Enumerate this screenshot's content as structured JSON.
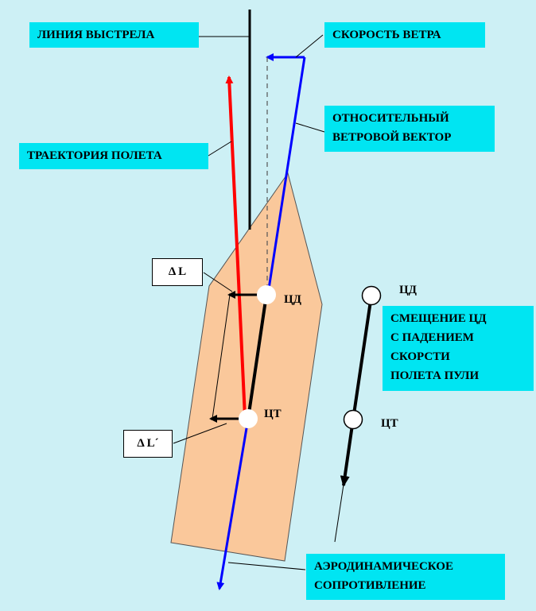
{
  "labels": {
    "line_of_fire": "ЛИНИЯ ВЫСТРЕЛА",
    "wind_speed": "СКОРОСТЬ ВЕТРА",
    "relative_wind_vector": "ОТНОСИТЕЛЬНЫЙ\nВЕТРОВОЙ ВЕКТОР",
    "flight_trajectory": "ТРАЕКТОРИЯ ПОЛЕТА",
    "cp_shift": "СМЕЩЕНИЕ ЦД\nС ПАДЕНИЕМ\nСКОРСТИ\nПОЛЕТА ПУЛИ",
    "aero_drag": "АЭРОДИНАМИЧЕСКОЕ\nСОПРОТИВЛЕНИЕ",
    "delta_l": "Δ L",
    "delta_l_prime": "Δ L´",
    "cp_bullet": "ЦД",
    "cg_bullet": "ЦТ",
    "cp_side": "ЦД",
    "cg_side": "ЦТ"
  },
  "colors": {
    "background": "#cdf0f5",
    "label_box": "#00e5f2",
    "bullet_body": "#fac89b",
    "trajectory": "#ff0000",
    "wind_vector": "#0000ff",
    "lines": "#000000"
  }
}
